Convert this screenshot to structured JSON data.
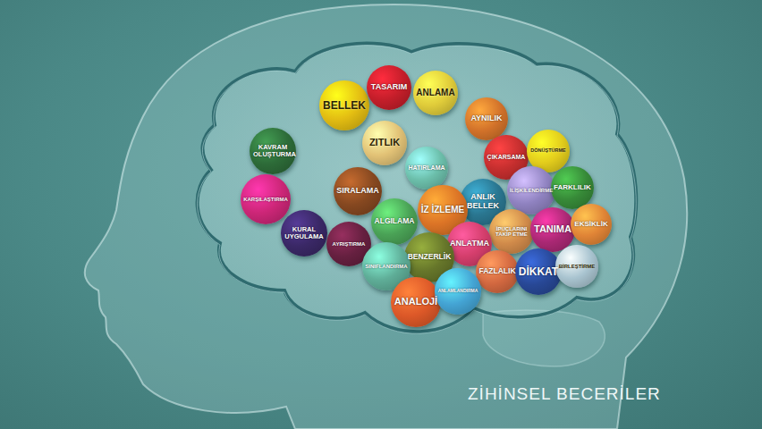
{
  "diagram": {
    "title": "ZİHİNSEL BECERİLER",
    "nodes": [
      {
        "text": [
          "BELLEK"
        ]
      },
      {
        "text": [
          "TASARIM"
        ]
      },
      {
        "text": [
          "ANLAMA"
        ]
      },
      {
        "text": [
          "AYNILIK"
        ]
      },
      {
        "text": [
          "ZITLIK"
        ]
      },
      {
        "text": [
          "KAVRAM OLUŞTURMA"
        ]
      },
      {
        "text": [
          "HATIRLAMA"
        ]
      },
      {
        "text": [
          "ÇIKARSAMA"
        ]
      },
      {
        "text": [
          "DÖNÜŞTÜRME"
        ]
      },
      {
        "text": [
          "KARŞILAŞTIRMA"
        ]
      },
      {
        "text": [
          "SIRALAMA"
        ]
      },
      {
        "text": [
          "ANLIK BELLEK"
        ]
      },
      {
        "text": [
          "İLİŞKİLENDİRME"
        ]
      },
      {
        "text": [
          "FARKLILIK"
        ]
      },
      {
        "text": [
          "İZ İZLEME"
        ]
      },
      {
        "text": [
          "ALGILAMA"
        ]
      },
      {
        "text": [
          "KURAL UYGULAMA"
        ]
      },
      {
        "text": [
          "AYRIŞTIRMA"
        ]
      },
      {
        "text": [
          "İPUÇLARINI TAKİP ETME"
        ]
      },
      {
        "text": [
          "TANIMA"
        ]
      },
      {
        "text": [
          "EKSİKLİK"
        ]
      },
      {
        "text": [
          "ANLATMA"
        ]
      },
      {
        "text": [
          "BENZERLİK"
        ]
      },
      {
        "text": [
          "SINIFLANDIRMA"
        ]
      },
      {
        "text": [
          "FAZLALIK"
        ]
      },
      {
        "text": [
          "DİKKAT"
        ]
      },
      {
        "text": [
          "BİRLEŞTİRME"
        ]
      },
      {
        "text": [
          "ANALOJİ"
        ]
      },
      {
        "text": [
          "ANLAMLANDIRMA"
        ]
      }
    ]
  }
}
